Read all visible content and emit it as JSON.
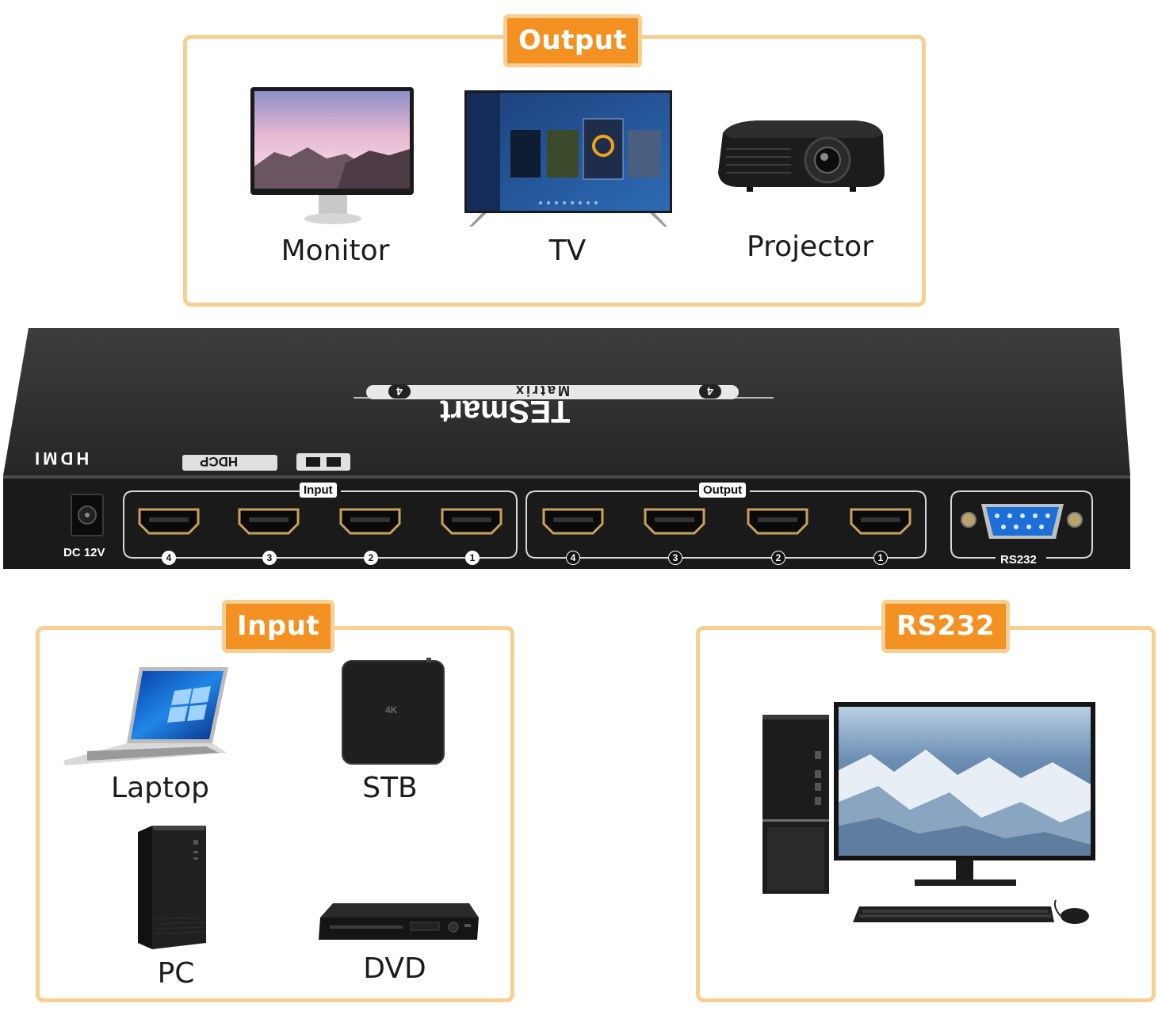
{
  "output_panel": {
    "tag": "Output",
    "devices": [
      {
        "icon": "monitor-icon",
        "label": "Monitor"
      },
      {
        "icon": "tv-icon",
        "label": "TV"
      },
      {
        "icon": "projector-icon",
        "label": "Projector"
      }
    ]
  },
  "switch": {
    "brand": "TESmart",
    "model_left_num": "4",
    "model_text": "Matrix",
    "model_right_num": "4",
    "logos": [
      "HDMI",
      "HDCP"
    ],
    "power_label": "DC 12V",
    "input_group": "Input",
    "output_group": "Output",
    "input_ports": [
      "4",
      "3",
      "2",
      "1"
    ],
    "output_ports": [
      "4",
      "3",
      "2",
      "1"
    ],
    "rs232_label": "RS232"
  },
  "input_panel": {
    "tag": "Input",
    "devices": [
      {
        "icon": "laptop-icon",
        "label": "Laptop"
      },
      {
        "icon": "set-top-box-icon",
        "label": "STB",
        "badge": "4K"
      },
      {
        "icon": "pc-tower-icon",
        "label": "PC"
      },
      {
        "icon": "dvd-player-icon",
        "label": "DVD"
      }
    ]
  },
  "rs232_panel": {
    "tag": "RS232",
    "devices": [
      {
        "icon": "desktop-computer-icon",
        "label": ""
      }
    ]
  },
  "colors": {
    "tag_fill": "#f39122",
    "panel_border": "#f7cf93",
    "switch_body": "#2b2b2b"
  }
}
